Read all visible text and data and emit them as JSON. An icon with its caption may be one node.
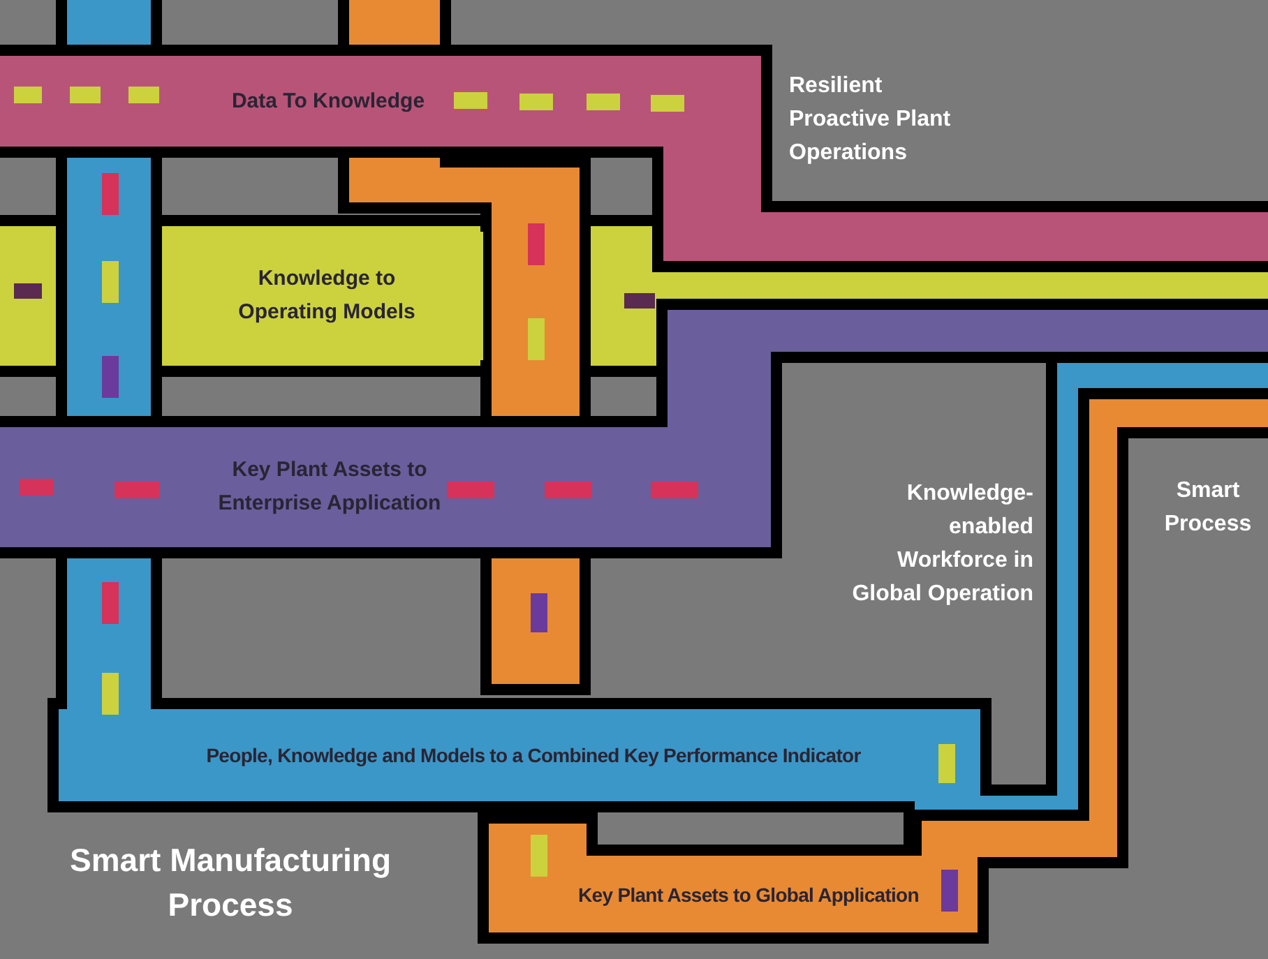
{
  "diagram": {
    "nodes": [
      {
        "text": [
          "Data To Knowledge"
        ]
      },
      {
        "text": [
          "Knowledge to Operating Models"
        ]
      },
      {
        "text": [
          "Key Plant Assets to Enterprise Application"
        ]
      },
      {
        "text": [
          "People, Knowledge and Models to a Combined Key Performance Indicator"
        ]
      },
      {
        "text": [
          "Key Plant Assets to Global Application"
        ]
      }
    ],
    "labels": [
      "Resilient Proactive Plant Operations",
      "Knowledge-enabled Workforce in Global Operation",
      "Smart Process",
      "Smart Manufacturing Process"
    ]
  }
}
